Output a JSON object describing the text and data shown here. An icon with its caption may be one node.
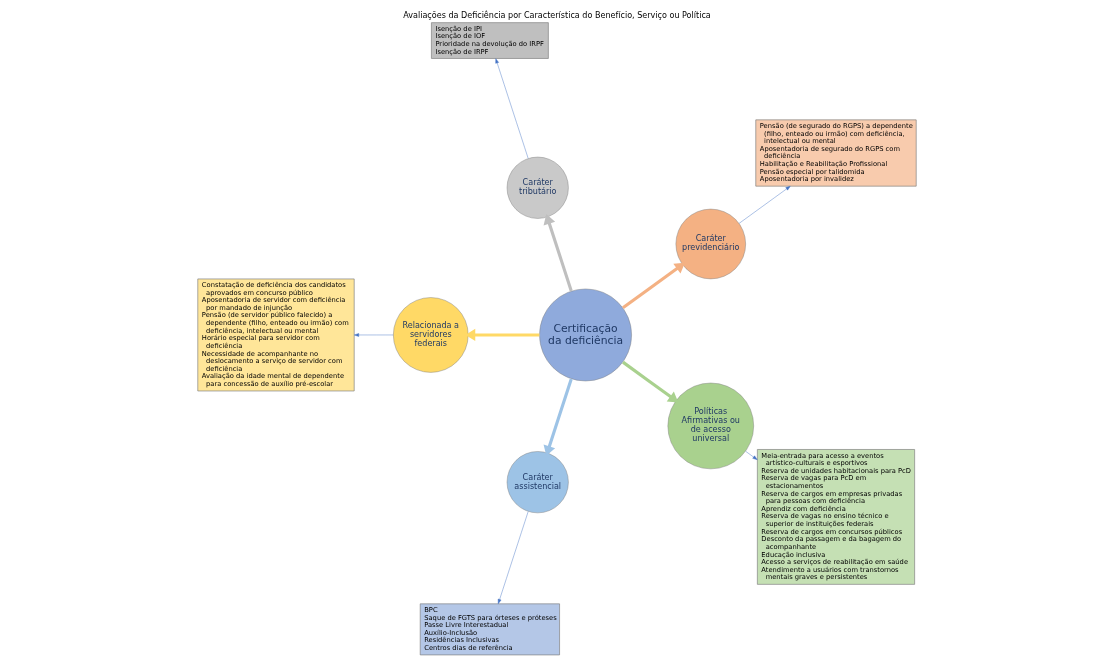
{
  "diagram": {
    "title": "Avaliações da Deficiência por Característica do Benefício, Serviço ou Política",
    "nodes": [
      {
        "text": [
          "Certificação da deficiência"
        ]
      },
      {
        "text": [
          "Caráter previdenciário"
        ]
      },
      {
        "text": [
          "Caráter tributário"
        ]
      },
      {
        "text": [
          "Relacionada a servidores federais"
        ]
      },
      {
        "text": [
          "Caráter assistencial"
        ]
      },
      {
        "text": [
          "Políticas Afirmativas ou de acesso universal"
        ]
      },
      {
        "text": [
          "Pensão (de segurado do RGPS) a dependente (filho, enteado ou irmão) com deficiência, intelectual ou mental",
          "Aposentadoria de segurado do RGPS com deficiência",
          "Habilitação e Reabilitação Profissional",
          "Pensão especial por talidomida",
          "Aposentadoria por invalidez"
        ]
      },
      {
        "text": [
          "Isenção de IPI",
          "Isenção de IOF",
          "Prioridade na devolução do IRPF",
          "Isenção de IRPF"
        ]
      },
      {
        "text": [
          "Constatação de deficiência dos candidatos aprovados em concurso público",
          "Aposentadoria de servidor com deficiência por mandado de injunção",
          "Pensão (de servidor público falecido) a dependente (filho, enteado ou irmão) com deficiência, intelectual ou mental",
          "Horário especial para servidor com deficiência",
          "Necessidade de acompanhante no deslocamento a serviço de servidor com deficiência",
          "Avaliação da idade mental de dependente para concessão de auxílio pré-escolar"
        ]
      },
      {
        "text": [
          "BPC",
          "Saque de FGTS para órteses e próteses",
          "Passe Livre Interestadual",
          "Auxílio-Inclusão",
          "Residências Inclusivas",
          "Centros dias de referência"
        ]
      },
      {
        "text": [
          "Meia-entrada para acesso a eventos artístico-culturais e esportivos",
          "Reserva de unidades habitacionais para PcD",
          "Reserva de vagas para PcD em estacionamentos",
          "Reserva de cargos em empresas privadas para pessoas com deficiência",
          "Aprendiz com deficiência",
          "Reserva de vagas no ensino técnico e superior de instituições federais",
          "Reserva de cargos em concursos públicos",
          "Desconto da passagem e da bagagem do acompanhante",
          "Educação inclusiva",
          "Acesso a serviços de reabilitação em saúde",
          "Atendimento a usuários com transtornos mentais graves e persistentes"
        ]
      }
    ],
    "edges": [
      {
        "from": 0,
        "to": 1,
        "arrow": "to",
        "style": "thick",
        "color": "#f4b183"
      },
      {
        "from": 0,
        "to": 2,
        "arrow": "to",
        "style": "thick",
        "color": "#bfbfbf"
      },
      {
        "from": 0,
        "to": 3,
        "arrow": "to",
        "style": "thick",
        "color": "#ffd966"
      },
      {
        "from": 0,
        "to": 4,
        "arrow": "to",
        "style": "thick",
        "color": "#9dc3e6"
      },
      {
        "from": 0,
        "to": 5,
        "arrow": "to",
        "style": "thick",
        "color": "#a9d18e"
      },
      {
        "from": 1,
        "to": 6,
        "arrow": "to"
      },
      {
        "from": 2,
        "to": 7,
        "arrow": "to"
      },
      {
        "from": 3,
        "to": 8,
        "arrow": "to"
      },
      {
        "from": 4,
        "to": 9,
        "arrow": "to"
      },
      {
        "from": 5,
        "to": 10,
        "arrow": "to"
      }
    ]
  }
}
